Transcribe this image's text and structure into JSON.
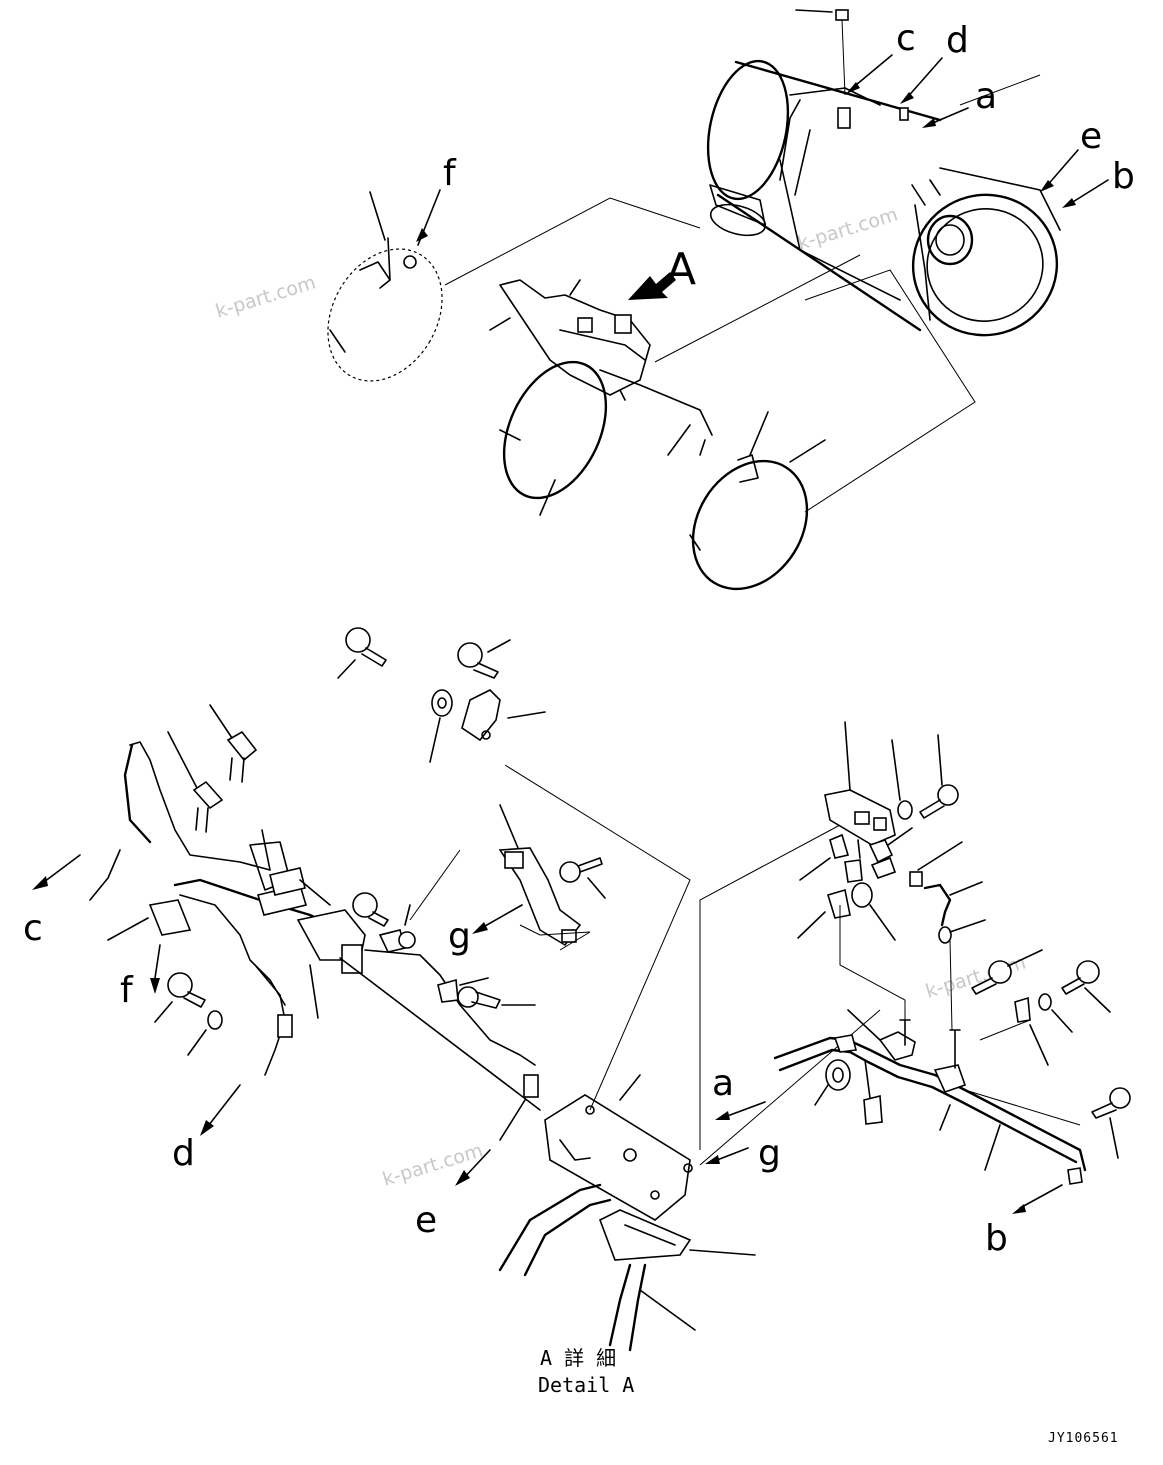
{
  "diagram": {
    "view_label": "A",
    "labels": {
      "a": "a",
      "b": "b",
      "c": "c",
      "d": "d",
      "e": "e",
      "f": "f",
      "g": "g"
    },
    "watermark": "k-part.com",
    "detail_caption_jp": "A 詳 細",
    "detail_caption_en": "Detail A",
    "drawing_code": "JY106561"
  }
}
